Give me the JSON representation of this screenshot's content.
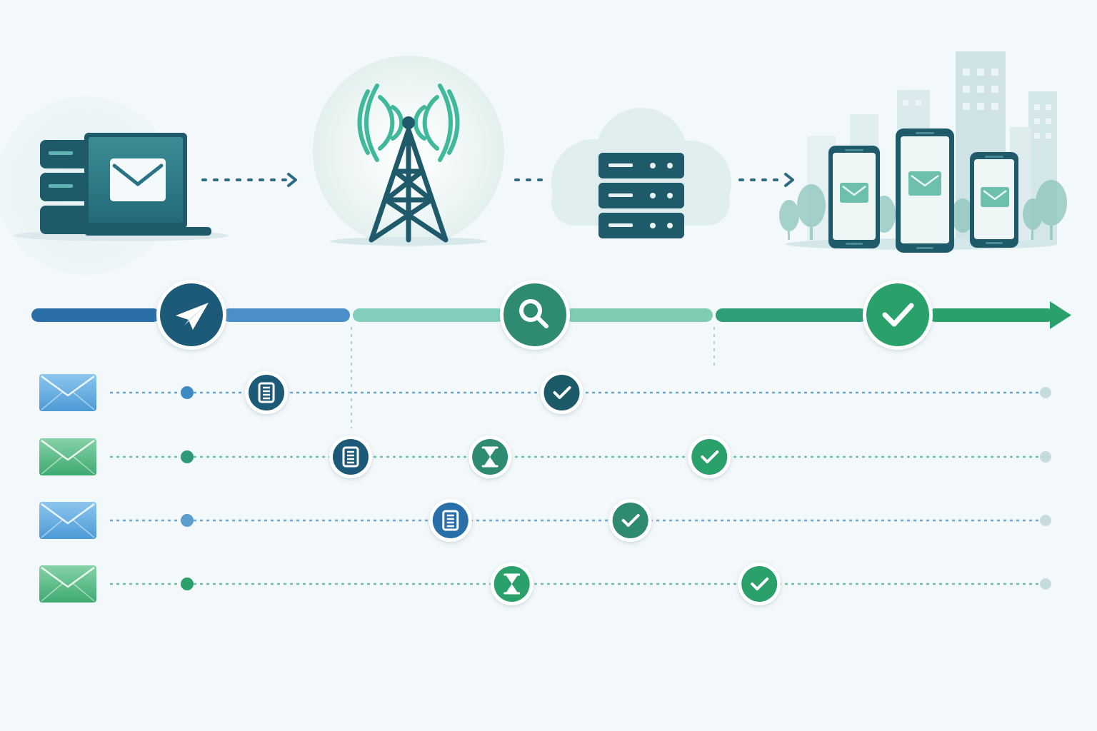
{
  "colors": {
    "background": "#f3f8fa",
    "navy": "#1d5a78",
    "dark_teal": "#1e5a6a",
    "teal": "#2f8a86",
    "blue": "#4a9ad0",
    "light_blue": "#8cc3e6",
    "mint": "#7fcdb7",
    "green": "#2aa06a",
    "pale": "#dfeef0"
  },
  "top_scene": [
    {
      "id": "sender",
      "icon": "laptop-server-icon",
      "badge": "envelope-icon"
    },
    {
      "id": "cell_tower",
      "icon": "cell-tower-icon",
      "badge": "signal-waves-icon"
    },
    {
      "id": "cloud_server",
      "icon": "cloud-server-icon",
      "badge": "server-rack-icon"
    },
    {
      "id": "recipients",
      "icon": "phones-city-icon",
      "badge": "envelope-icon",
      "phone_count": 3
    }
  ],
  "stages": [
    {
      "id": "send",
      "icon": "paper-plane-icon",
      "color": "#1d5a78",
      "segment_color": "#4a8fca"
    },
    {
      "id": "review",
      "icon": "magnifier-icon",
      "color": "#2e8a70",
      "segment_color": "#7fcdb7"
    },
    {
      "id": "delivered",
      "icon": "check-icon",
      "color": "#2aa06a",
      "segment_color": "#2aa06a"
    }
  ],
  "messages": [
    {
      "envelope": "blue",
      "events": [
        {
          "icon": "document-icon",
          "pos": 0.226
        },
        {
          "icon": "check-icon",
          "pos": 0.51
        }
      ]
    },
    {
      "envelope": "green",
      "events": [
        {
          "icon": "document-icon",
          "pos": 0.307
        },
        {
          "icon": "hourglass-icon",
          "pos": 0.441
        },
        {
          "icon": "check-icon",
          "pos": 0.652
        }
      ]
    },
    {
      "envelope": "blue",
      "events": [
        {
          "icon": "document-icon",
          "pos": 0.403
        },
        {
          "icon": "check-icon",
          "pos": 0.576
        }
      ]
    },
    {
      "envelope": "green",
      "events": [
        {
          "icon": "hourglass-icon",
          "pos": 0.462
        },
        {
          "icon": "check-icon",
          "pos": 0.7
        }
      ]
    }
  ]
}
